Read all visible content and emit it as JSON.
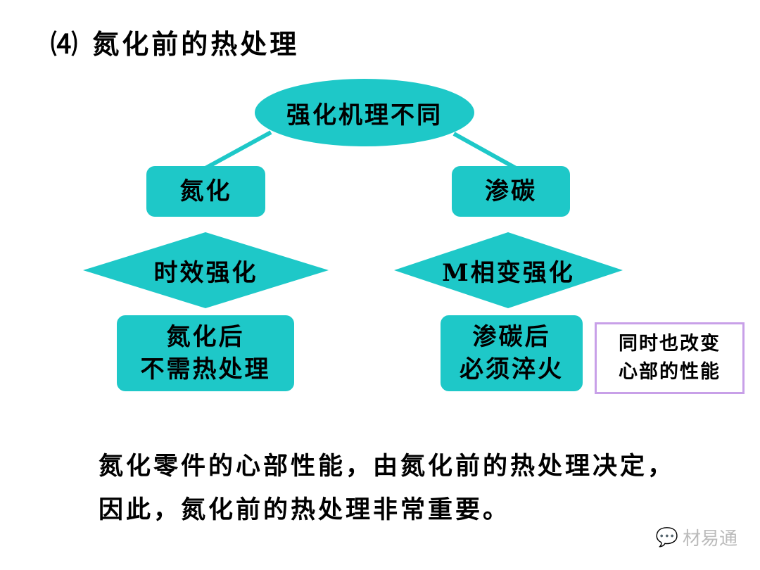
{
  "title": "⑷ 氮化前的热处理",
  "diagram": {
    "root": "强化机理不同",
    "left": {
      "process": "氮化",
      "mechanism": "时效强化",
      "result_line1": "氮化后",
      "result_line2": "不需热处理"
    },
    "right": {
      "process": "渗碳",
      "mechanism": "M相变强化",
      "result_line1": "渗碳后",
      "result_line2": "必须淬火"
    },
    "note_line1": "同时也改变",
    "note_line2": "心部的性能"
  },
  "paragraph": {
    "line1": "氮化零件的心部性能，由氮化前的热处理决定，",
    "line2": "因此，氮化前的热处理非常重要。"
  },
  "watermark": "材易通",
  "colors": {
    "shape_fill": "#1ec8c8",
    "note_border": "#c8a0e8"
  }
}
